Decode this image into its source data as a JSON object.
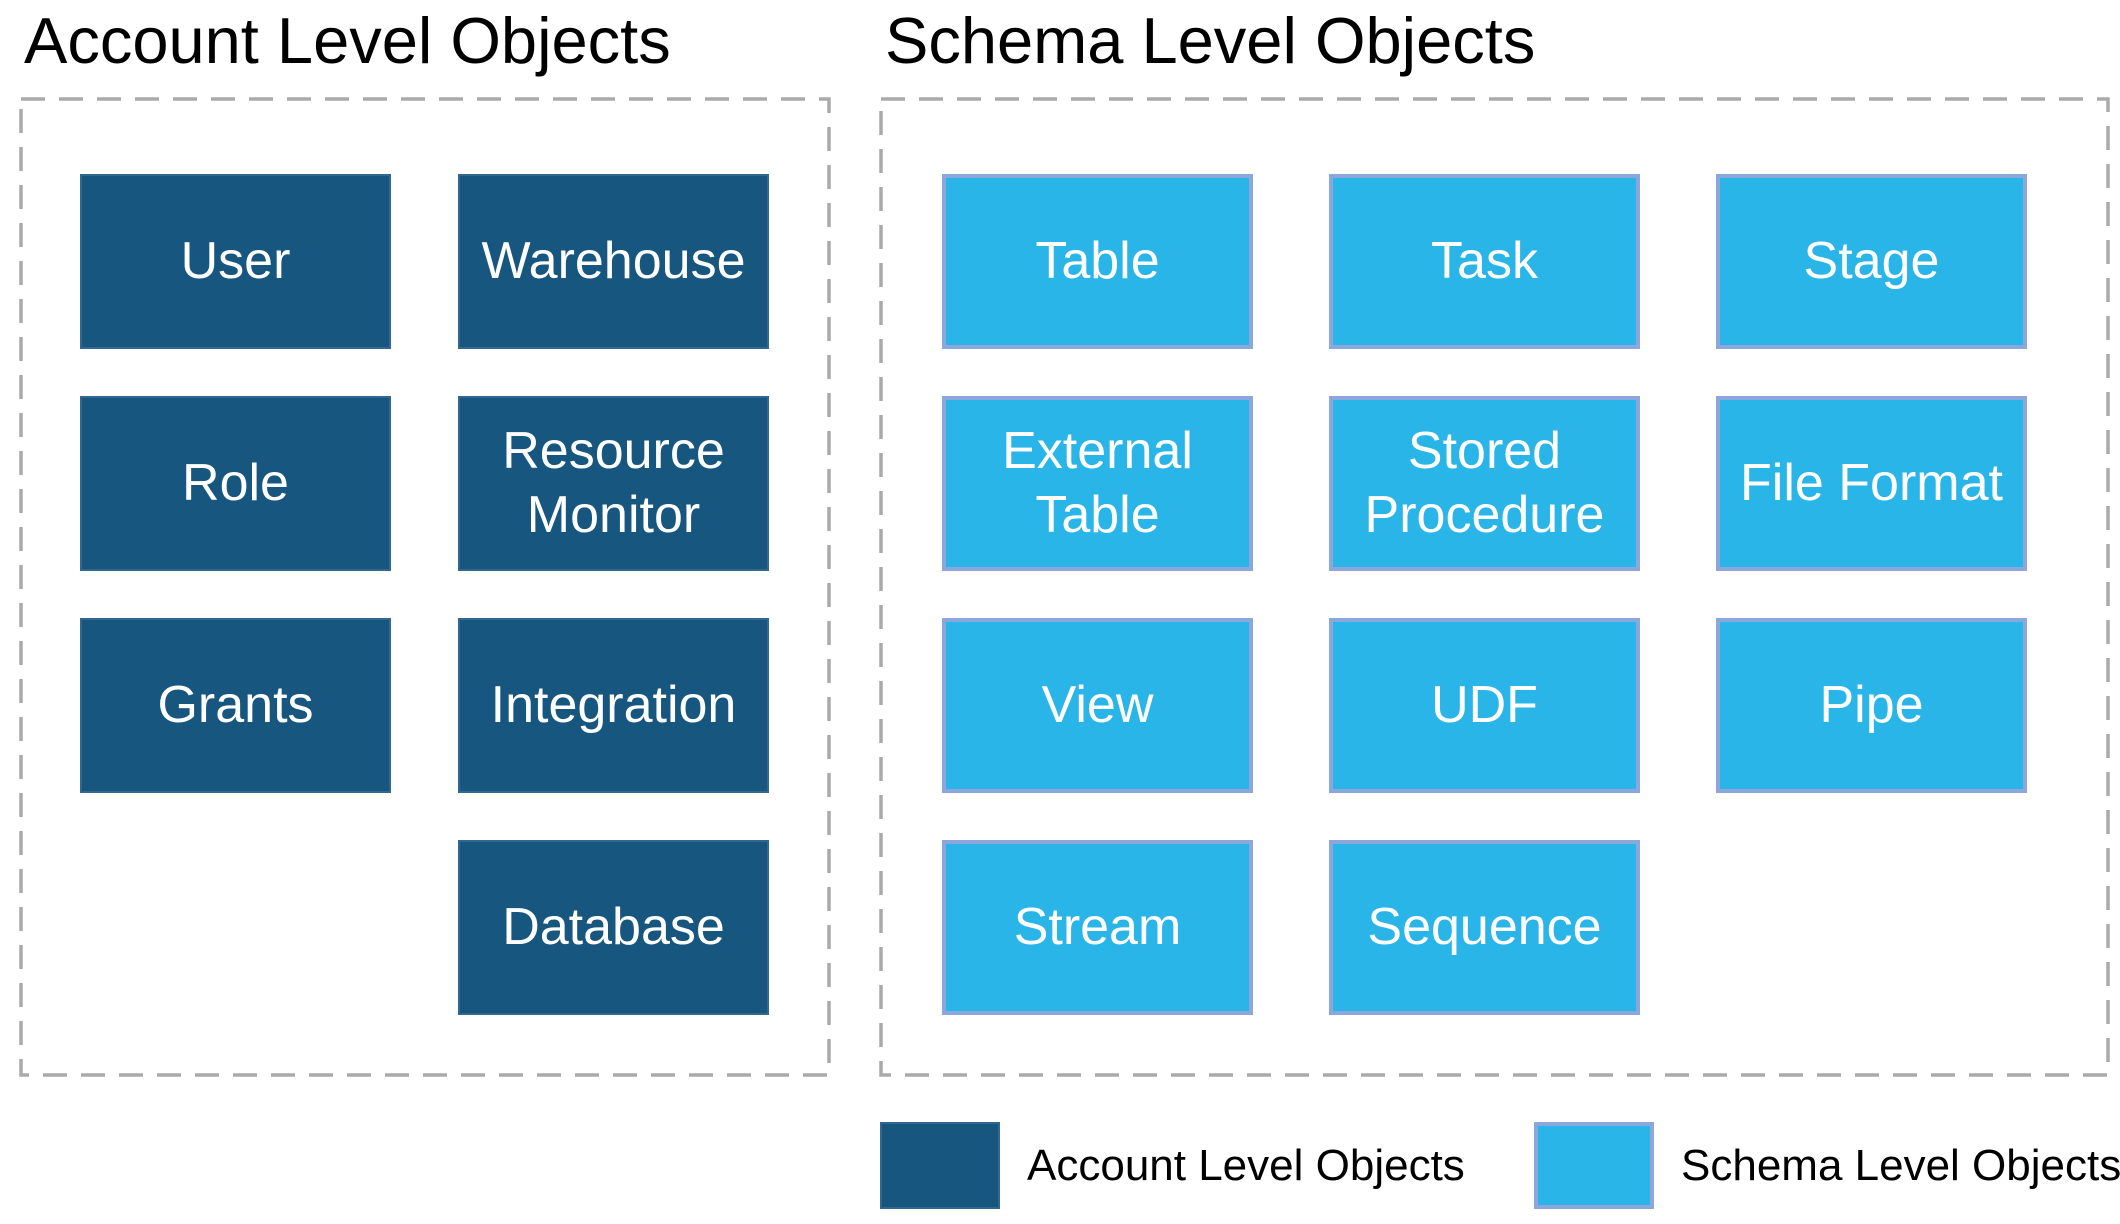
{
  "account_section": {
    "title": "Account Level Objects",
    "boxes": [
      "User",
      "Warehouse",
      "Role",
      "Resource Monitor",
      "Grants",
      "Integration",
      "Database"
    ]
  },
  "schema_section": {
    "title": "Schema Level Objects",
    "boxes": [
      "Table",
      "Task",
      "Stage",
      "External Table",
      "Stored Procedure",
      "File Format",
      "View",
      "UDF",
      "Pipe",
      "Stream",
      "Sequence"
    ]
  },
  "legend": {
    "items": [
      {
        "label": "Account Level Objects",
        "color": "#17567F"
      },
      {
        "label": "Schema Level Objects",
        "color": "#29B5E8"
      }
    ]
  },
  "colors": {
    "account_box_fill": "#17567F",
    "schema_box_fill": "#29B5E8",
    "schema_box_border": "#8CA7DB",
    "panel_dashed_border": "#AAAAAA",
    "box_text": "#FFFFFF",
    "title_text": "#000000",
    "background": "#FFFFFF"
  }
}
